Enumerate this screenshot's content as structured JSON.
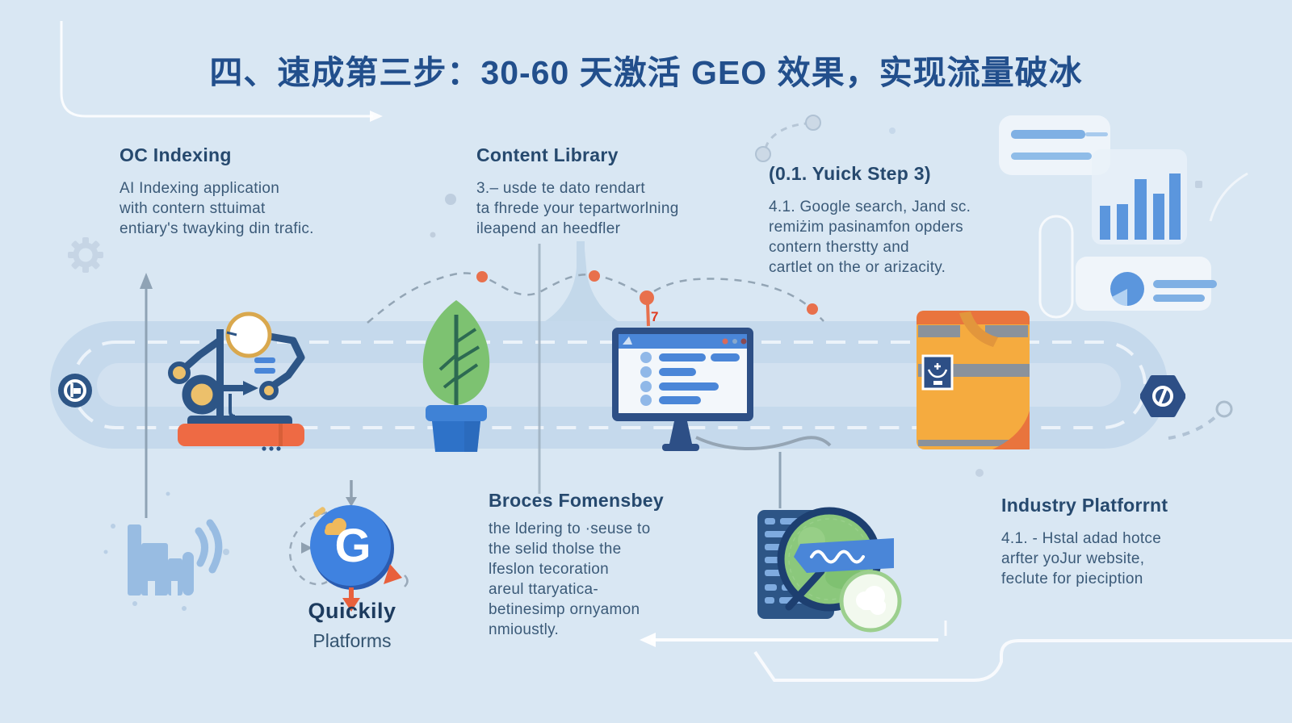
{
  "title": {
    "text": "四、速成第三步：30-60 天激活 GEO 效果，实现流量破冰"
  },
  "sections": {
    "oc_indexing": {
      "heading": "OC Indexing",
      "lines": [
        "AI Indexing application",
        "with contern sttuimat",
        "entiary's twayking din trafic."
      ]
    },
    "content_library": {
      "heading": "Content Library",
      "lines": [
        "3.– usde te dato rendart",
        "ta fhrede your tepartworlning",
        "ileapend an heedfler"
      ]
    },
    "quick_step": {
      "heading": "(0.1. Yuick Step 3)",
      "lines": [
        "4.1. Google search, Jand sc.",
        "remiżim pasinamfon opders",
        "contern therstty and",
        "cartlet on the or arizacity."
      ]
    },
    "broces": {
      "heading": "Broces Fomensbey",
      "lines": [
        "the ldering to ·seuse to",
        "the selid tholse the",
        "lfeslon tecoration",
        "areul ttaryatica-",
        "betinesimp ornyamon",
        "nmioustly."
      ]
    },
    "industry": {
      "heading": "Industry Platforrnt",
      "lines": [
        "4.1. - Hstal adad hotce",
        "arfter yoJur website,",
        "feclute for pieciption"
      ]
    },
    "quickily": {
      "heading": "Quickily",
      "subheading": "Platforms",
      "badge_letter": "G"
    }
  },
  "markers": {
    "pin_label": "7"
  },
  "colors": {
    "background": "#d9e7f3",
    "track": "#c5d9ec",
    "title_text": "#224f8c",
    "heading_text": "#26496e",
    "body_text": "#3b5a78",
    "accent_orange": "#e8704c",
    "accent_red": "#e03a20",
    "navy": "#2d5586",
    "google_blue": "#3f82e0",
    "leaf_green": "#7dc271",
    "bag_orange": "#f5ab3f"
  }
}
